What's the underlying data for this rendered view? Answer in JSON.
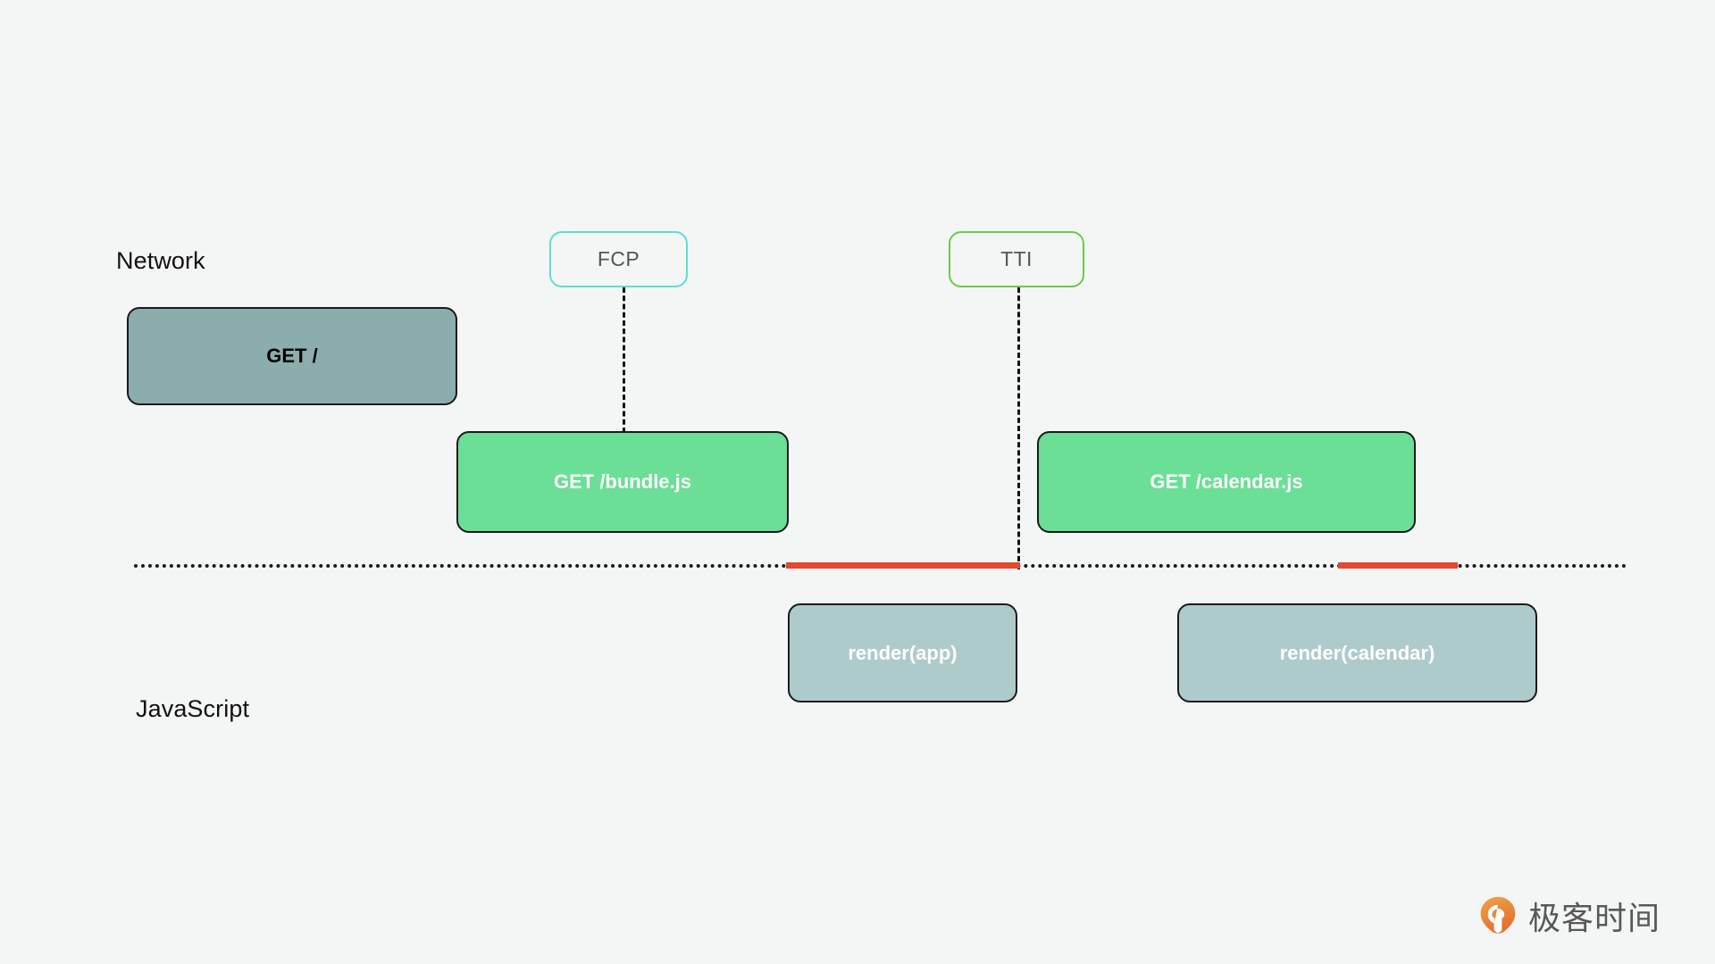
{
  "lanes": {
    "network_label": "Network",
    "javascript_label": "JavaScript"
  },
  "metrics": [
    {
      "id": "fcp",
      "label": "FCP",
      "border_color": "#5ae0d0"
    },
    {
      "id": "tti",
      "label": "TTI",
      "border_color": "#6bc94a"
    }
  ],
  "network_bars": [
    {
      "id": "get-root",
      "label": "GET /",
      "fill": "#8badad",
      "text_color": "#000000"
    },
    {
      "id": "get-bundle",
      "label": "GET /bundle.js",
      "fill": "#6bdf96",
      "text_color": "#ffffff"
    },
    {
      "id": "get-calendar",
      "label": "GET /calendar.js",
      "fill": "#6bdf96",
      "text_color": "#ffffff"
    }
  ],
  "javascript_bars": [
    {
      "id": "render-app",
      "label": "render(app)",
      "fill": "#aecbcb",
      "text_color": "#ffffff"
    },
    {
      "id": "render-calendar",
      "label": "render(calendar)",
      "fill": "#aecbcb",
      "text_color": "#ffffff"
    }
  ],
  "timeline": {
    "dotted_color": "#1a1a1a",
    "blocked_color": "#e04a2f",
    "blocked_segments": 2
  },
  "watermark": {
    "text": "极客时间",
    "logo_color": "#e8833a"
  },
  "colors": {
    "background": "#f4f6f5",
    "outline": "#1a1a1a"
  }
}
